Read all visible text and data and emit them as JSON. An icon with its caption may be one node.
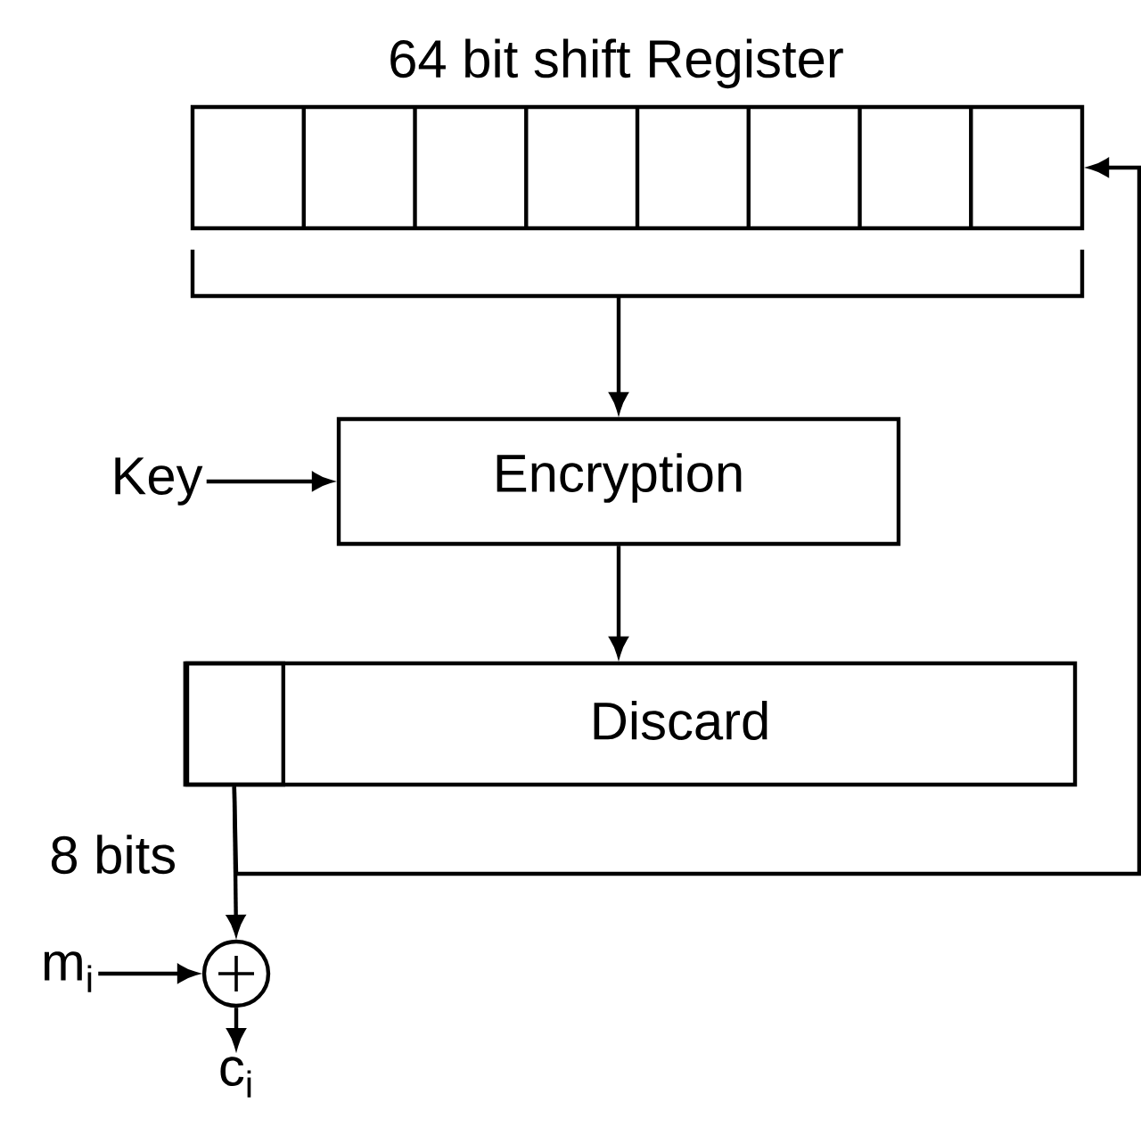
{
  "diagram": {
    "nodes": [
      {
        "text": [
          "64 bit shift Register"
        ]
      },
      {
        "text": [
          "Encryption"
        ]
      },
      {
        "text": [
          "Key"
        ]
      },
      {
        "text": [
          "Discard"
        ]
      },
      {
        "text": [],
        "shape": "box",
        "in": 3
      },
      {
        "text": [],
        "shape": "circle"
      },
      {
        "text": [
          "m$_{i}$"
        ]
      },
      {
        "text": [
          "c$_{i}$"
        ]
      }
    ],
    "edges": [
      {
        "from": 0,
        "to": 1,
        "arrow": "to"
      },
      {
        "from": 2,
        "to": 1,
        "arrow": "to"
      },
      {
        "from": 1,
        "to": 3,
        "arrow": "to"
      },
      {
        "from": 4,
        "to": 5,
        "arrow": "to",
        "label": "8 bits"
      },
      {
        "from": 4,
        "to": 0,
        "arrow": "to"
      },
      {
        "from": 6,
        "to": 5,
        "arrow": "to"
      },
      {
        "from": 5,
        "to": 7,
        "arrow": "to"
      }
    ]
  }
}
